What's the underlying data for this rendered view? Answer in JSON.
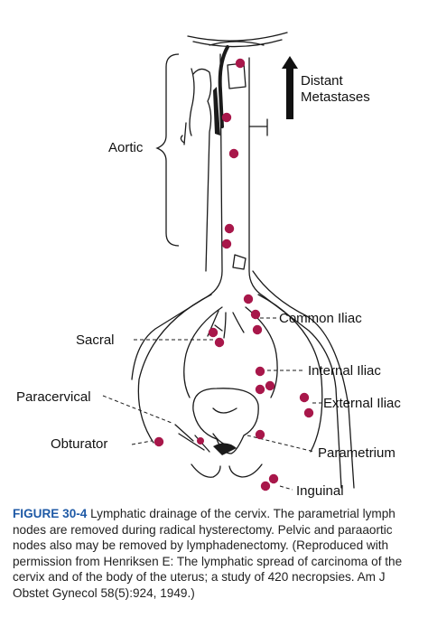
{
  "labels": {
    "distant_metastases_line1": "Distant",
    "distant_metastases_line2": "Metastases",
    "aortic": "Aortic",
    "common_iliac": "Common Iliac",
    "sacral": "Sacral",
    "internal_iliac": "Internal Iliac",
    "paracervical": "Paracervical",
    "external_iliac": "External Iliac",
    "obturator": "Obturator",
    "parametrium": "Parametrium",
    "inguinal": "Inguinal"
  },
  "caption": {
    "figure_number": "FIGURE 30-4",
    "text": "Lymphatic drainage of the cervix. The parametrial lymph nodes are removed during radical hysterectomy. Pelvic and paraaortic nodes also may be removed by lymphadenectomy. (Reproduced with permission from Henriksen E: The lymphatic spread of carcinoma of the cervix and of the body of the uterus; a study of 420 necropsies. Am J Obstet Gynecol 58(5):924, 1949.)"
  },
  "colors": {
    "node": "#a8174a",
    "line": "#1a1a1a",
    "figure_number": "#1f5aa6"
  }
}
